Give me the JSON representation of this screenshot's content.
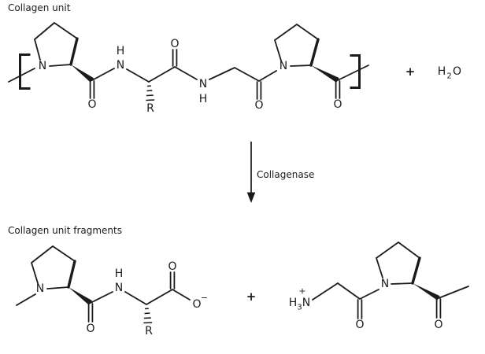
{
  "labels": {
    "reactant_title": "Collagen unit",
    "products_title": "Collagen unit fragments",
    "enzyme": "Collagenase",
    "plus": "+"
  },
  "atoms": {
    "nitrogen": "N",
    "oxygen": "O",
    "hydrogen": "H",
    "side_chain": "R"
  },
  "water": {
    "h": "H",
    "subscript": "2",
    "o": "O"
  },
  "ammonium": {
    "h": "H",
    "subscript": "3",
    "n": "N",
    "charge": "+"
  },
  "carboxylate": {
    "o": "O",
    "charge": "−"
  },
  "colors": {
    "ink": "#1b1b1b",
    "background": "#ffffff"
  }
}
